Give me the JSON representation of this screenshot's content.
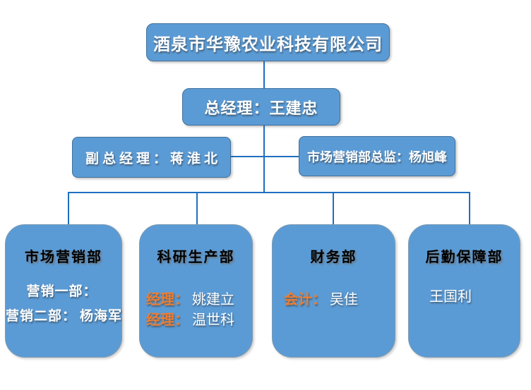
{
  "company": {
    "name": "酒泉市华豫农业科技有限公司"
  },
  "general_manager": {
    "label": "总经理：王建忠"
  },
  "deputy_general_manager": {
    "label": "副总经理：蒋淮北"
  },
  "marketing_director": {
    "label": "市场营销部总监：杨旭峰"
  },
  "departments": [
    {
      "title": "市场营销部",
      "members": [
        {
          "role": "营销一部：",
          "name": ""
        },
        {
          "role": "营销二部：",
          "name": "杨海军"
        }
      ]
    },
    {
      "title": "科研生产部",
      "members": [
        {
          "role": "经理：",
          "name": "姚建立"
        },
        {
          "role": "经理：",
          "name": "温世科"
        }
      ]
    },
    {
      "title": "财务部",
      "members": [
        {
          "role": "会计：",
          "name": "吴佳"
        }
      ]
    },
    {
      "title": "后勤保障部",
      "members": [
        {
          "role": "",
          "name": "王国利"
        }
      ]
    }
  ],
  "colors": {
    "box_fill": "#5B9BD5",
    "box_border": "#41719C",
    "connector_blue": "#1E6FC0",
    "role_orange": "#ED7D31",
    "title_black": "#000000",
    "text_white": "#FFFFFF"
  }
}
